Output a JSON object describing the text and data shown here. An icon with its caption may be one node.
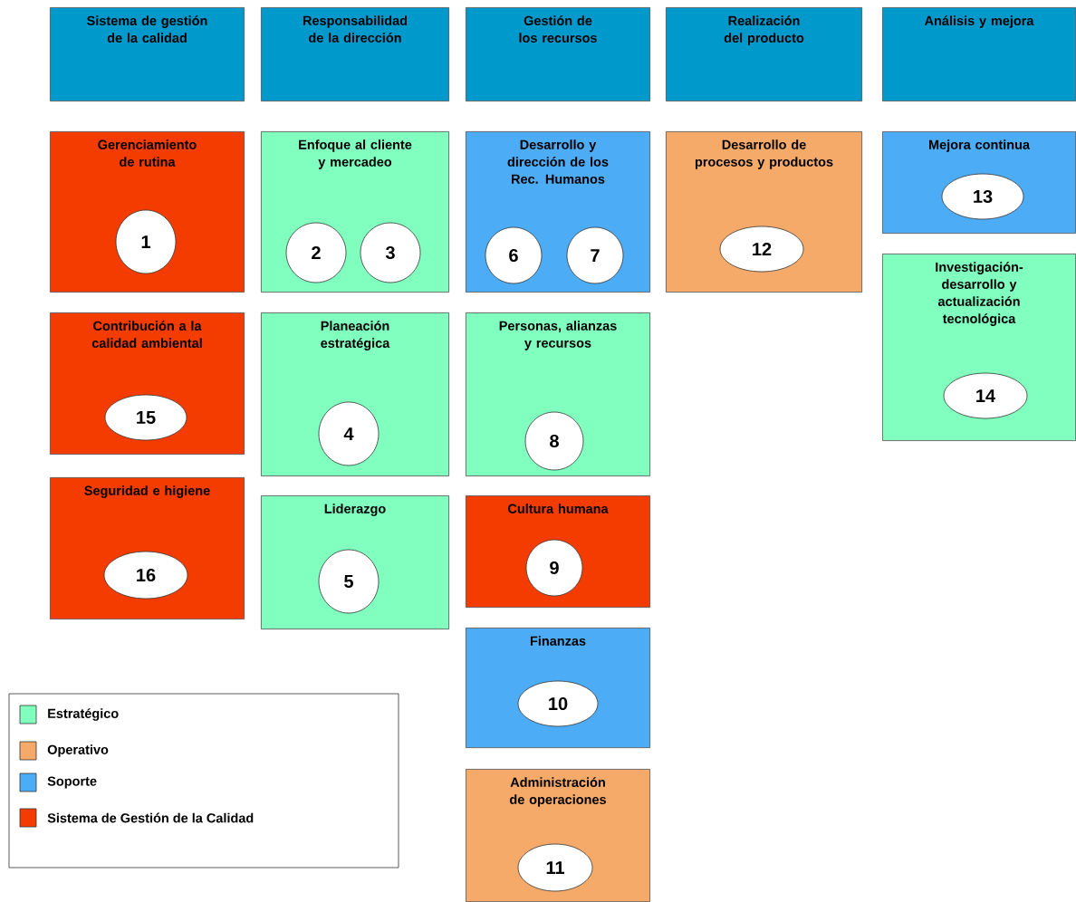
{
  "diagram": {
    "nodes": [
      {
        "text": [
          "Sistema de gestión de la calidad"
        ]
      },
      {
        "text": [
          "Responsabilidad de la dirección"
        ]
      },
      {
        "text": [
          "Gestión de los recursos"
        ]
      },
      {
        "text": [
          "Realización del producto"
        ]
      },
      {
        "text": [
          "Análisis y mejora"
        ]
      },
      {
        "text": [
          "Gerenciamiento de rutina"
        ]
      },
      {
        "text": [
          "1"
        ],
        "in": 5
      },
      {
        "text": [
          "Enfoque al cliente y mercadeo"
        ]
      },
      {
        "text": [
          "2"
        ],
        "in": 7
      },
      {
        "text": [
          "3"
        ],
        "in": 7
      },
      {
        "text": [
          "Desarrollo y dirección de los Rec. Humanos"
        ]
      },
      {
        "text": [
          "6"
        ],
        "in": 10
      },
      {
        "text": [
          "7"
        ],
        "in": 10
      },
      {
        "text": [
          "Desarrollo de procesos y productos"
        ]
      },
      {
        "text": [
          "12"
        ],
        "in": 13
      },
      {
        "text": [
          "Mejora continua"
        ]
      },
      {
        "text": [
          "13"
        ],
        "in": 15
      },
      {
        "text": [
          "Contribución a la calidad ambiental"
        ]
      },
      {
        "text": [
          "15"
        ],
        "in": 17
      },
      {
        "text": [
          "Planeación estratégica"
        ]
      },
      {
        "text": [
          "4"
        ],
        "in": 19
      },
      {
        "text": [
          "Personas, alianzas y recursos"
        ]
      },
      {
        "text": [
          "8"
        ],
        "in": 21
      },
      {
        "text": [
          "Investigación-desarrollo y actualización tecnológica"
        ]
      },
      {
        "text": [
          "14"
        ],
        "in": 23
      },
      {
        "text": [
          "Seguridad e higiene"
        ]
      },
      {
        "text": [
          "16"
        ],
        "in": 25
      },
      {
        "text": [
          "Liderazgo"
        ]
      },
      {
        "text": [
          "5"
        ],
        "in": 27
      },
      {
        "text": [
          "Cultura humana"
        ]
      },
      {
        "text": [
          "9"
        ],
        "in": 29
      },
      {
        "text": [
          "Finanzas"
        ]
      },
      {
        "text": [
          "10"
        ],
        "in": 31
      },
      {
        "text": [
          "Administración de operaciones"
        ]
      },
      {
        "text": [
          "11"
        ],
        "in": 33
      }
    ],
    "legend": [
      {
        "text": "Estratégico",
        "color": "#80ffbf"
      },
      {
        "text": "Operativo",
        "color": "#f5aa6a"
      },
      {
        "text": "Soporte",
        "color": "#4cacf5"
      },
      {
        "text": "Sistema de Gestión de la Calidad",
        "color": "#f53c00"
      }
    ]
  }
}
